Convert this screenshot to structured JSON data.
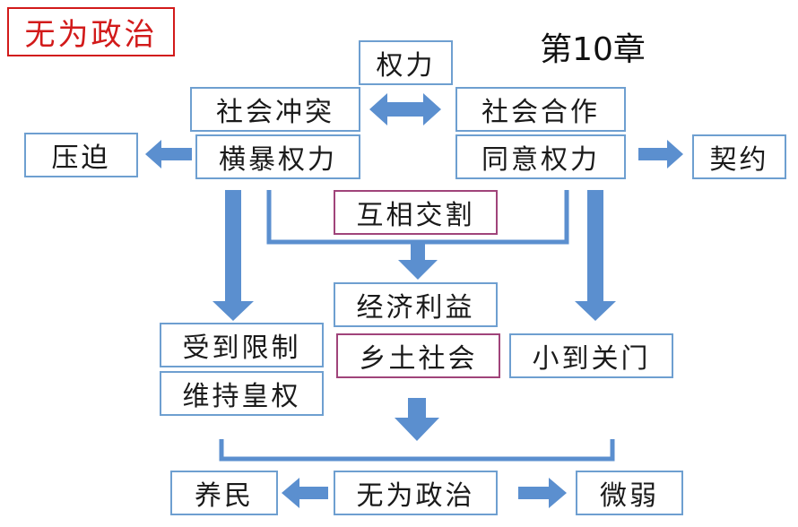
{
  "title": "无为政治",
  "chapter": "第10章",
  "nodes": {
    "power": "权力",
    "social_conflict": "社会冲突",
    "social_cooperation": "社会合作",
    "oppression": "压迫",
    "tyrannical_power": "横暴权力",
    "consensual_power": "同意权力",
    "contract": "契约",
    "mutual_intersection": "互相交割",
    "economic_interest": "经济利益",
    "restricted": "受到限制",
    "rural_society": "乡土社会",
    "small_closed": "小到关门",
    "maintain_imperial_power": "维持皇权",
    "nourish_people": "养民",
    "wuwei_politics": "无为政治",
    "weak": "微弱"
  },
  "colors": {
    "arrow": "#5b8fcf",
    "box_border": "#6e9fd0",
    "highlight_border": "#a0447a",
    "title": "#d21a1a"
  }
}
